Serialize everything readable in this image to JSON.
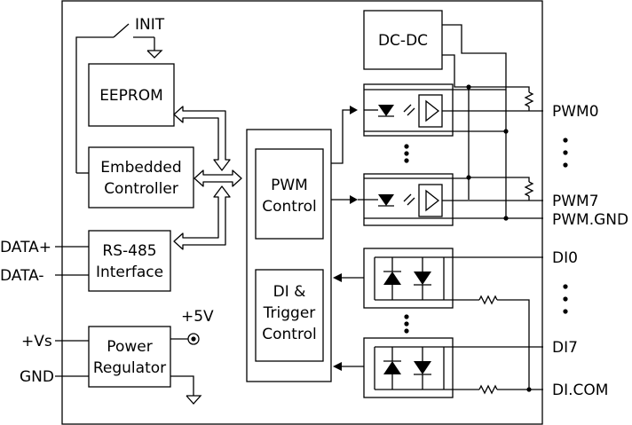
{
  "blocks": {
    "init": "INIT",
    "eeprom": "EEPROM",
    "embedded": [
      "Embedded",
      "Controller"
    ],
    "rs485": [
      "RS-485",
      "Interface"
    ],
    "power": [
      "Power",
      "Regulator"
    ],
    "pwm_control": [
      "PWM",
      "Control"
    ],
    "di_trigger": [
      "DI &",
      "Trigger",
      "Control"
    ],
    "dcdc": "DC-DC"
  },
  "left_pins": {
    "data_plus": "DATA+",
    "data_minus": "DATA-",
    "vs": "+Vs",
    "gnd": "GND",
    "plus5v": "+5V"
  },
  "right_pins": {
    "pwm0": "PWM0",
    "pwm7": "PWM7",
    "pwm_gnd": "PWM.GND",
    "di0": "DI0",
    "di7": "DI7",
    "di_com": "DI.COM"
  }
}
